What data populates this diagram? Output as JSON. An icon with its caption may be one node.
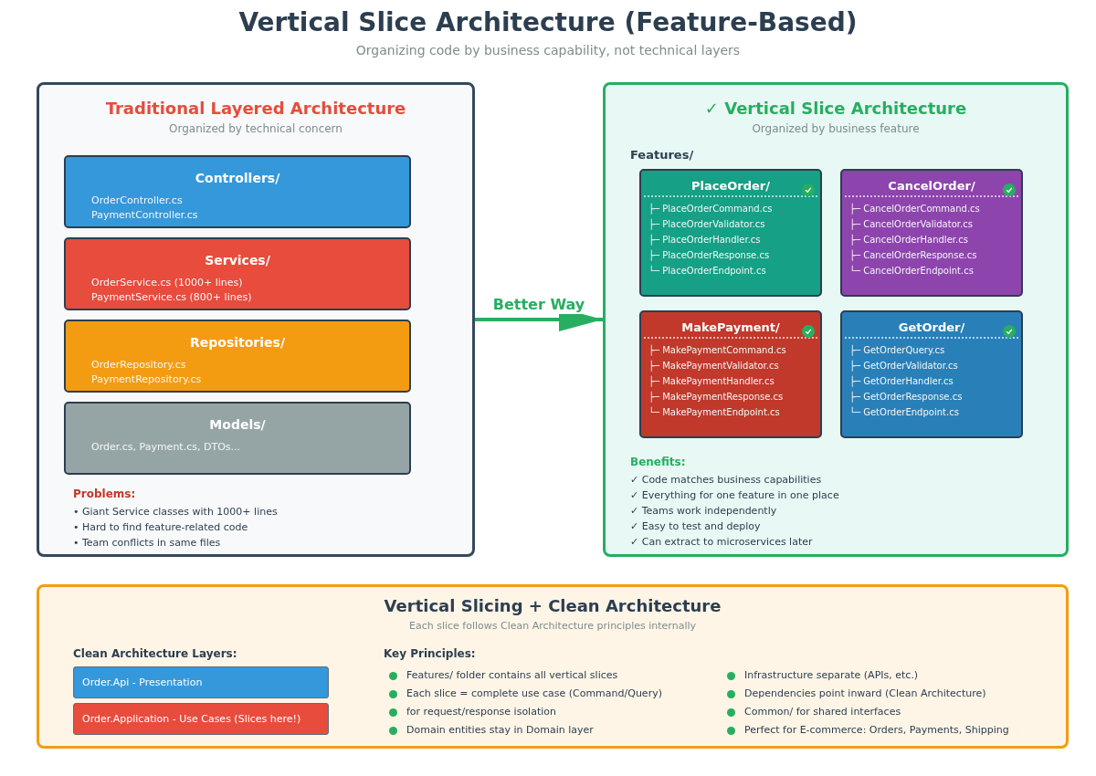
{
  "diagram": {
    "title": "Vertical Slice Architecture (Feature-Based)",
    "nodes": [
      {
        "text": [
          "Traditional Layered Architecture",
          "Organized by technical concern",
          "Problems:",
          "• Giant Service classes with 1000+ lines",
          "• Hard to find feature-related code",
          "• Team conflicts in same files"
        ]
      },
      {
        "text": [
          "Controllers/",
          "OrderController.cs",
          "PaymentController.cs"
        ],
        "in": 0
      },
      {
        "text": [
          "Services/",
          "OrderService.cs (1000+ lines)",
          "PaymentService.cs (800+ lines)"
        ],
        "in": 0
      },
      {
        "text": [
          "Repositories/",
          "OrderRepository.cs",
          "PaymentRepository.cs"
        ],
        "in": 0
      },
      {
        "text": [
          "Models/",
          "Order.cs, Payment.cs, DTOs..."
        ],
        "in": 0
      },
      {
        "text": [
          "✓ Vertical Slice Architecture",
          "Organized by business feature",
          "Features/",
          "Benefits:",
          "✓ Code matches business capabilities",
          "✓ Everything for one feature in one place",
          "✓ Teams work independently",
          "✓ Easy to test and deploy",
          "✓ Can extract to microservices later"
        ]
      },
      {
        "text": [
          "PlaceOrder/",
          "├─ PlaceOrderCommand.cs",
          "├─ PlaceOrderValidator.cs",
          "├─ PlaceOrderHandler.cs",
          "├─ PlaceOrderResponse.cs",
          "└─ PlaceOrderEndpoint.cs"
        ],
        "in": 5
      },
      {
        "text": [
          "CancelOrder/",
          "├─ CancelOrderCommand.cs",
          "├─ CancelOrderValidator.cs",
          "├─ CancelOrderHandler.cs",
          "├─ CancelOrderResponse.cs",
          "└─ CancelOrderEndpoint.cs"
        ],
        "in": 5
      },
      {
        "text": [
          "MakePayment/",
          "├─ MakePaymentCommand.cs",
          "├─ MakePaymentValidator.cs",
          "├─ MakePaymentHandler.cs",
          "├─ MakePaymentResponse.cs",
          "└─ MakePaymentEndpoint.cs"
        ],
        "in": 5
      },
      {
        "text": [
          "GetOrder/",
          "├─ GetOrderQuery.cs",
          "├─ GetOrderValidator.cs",
          "├─ GetOrderHandler.cs",
          "├─ GetOrderResponse.cs",
          "└─ GetOrderEndpoint.cs"
        ],
        "in": 5
      },
      {
        "text": [
          "Vertical Slicing + Clean Architecture",
          "Each slice follows Clean Architecture principles internally",
          "Clean Architecture Layers:",
          "Key Principles:",
          "Features/ folder contains all vertical slices",
          "Each slice = complete use case (Command/Query)",
          "for request/response isolation",
          "Domain entities stay in Domain layer",
          "Infrastructure separate (APIs, etc.)",
          "Dependencies point inward (Clean Architecture)",
          "Common/ for shared interfaces",
          "Perfect for E-commerce: Orders, Payments, Shipping"
        ]
      },
      {
        "text": [
          "Order.Api - Presentation"
        ],
        "in": 10
      },
      {
        "text": [
          "Order.Application - Use Cases (Slices here!)"
        ],
        "in": 10
      }
    ],
    "edges": [
      {
        "from": 0,
        "to": 5,
        "arrow": "to",
        "label": "Better Way",
        "color": "#27ae60"
      }
    ],
    "labels": [
      "Organizing code by business capability, not technical layers"
    ]
  }
}
